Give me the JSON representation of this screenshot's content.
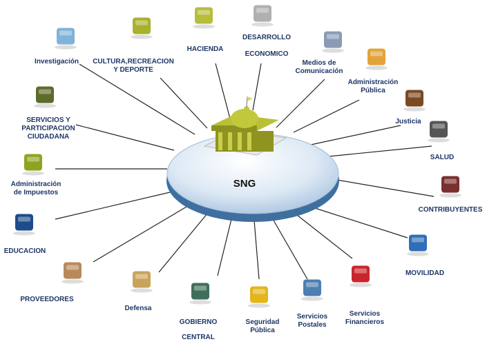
{
  "hub": {
    "label": "SNG",
    "icon": "government-building-icon"
  },
  "nodes": [
    {
      "id": "investigacion",
      "lines": [
        "Investigación"
      ],
      "icon": "flask-magnifier-icon"
    },
    {
      "id": "cultura",
      "lines": [
        "CULTURA,RECREACION",
        "Y DEPORTE"
      ],
      "icon": "factory-icon"
    },
    {
      "id": "hacienda",
      "lines": [
        "HACIENDA"
      ],
      "icon": "columns-building-icon"
    },
    {
      "id": "desarrollo",
      "lines": [
        "DESARROLLO",
        "ECONOMICO"
      ],
      "icon": "coin-stack-icon"
    },
    {
      "id": "medios",
      "lines": [
        "Medios de",
        "Comunicación"
      ],
      "icon": "satellite-icon"
    },
    {
      "id": "admin-publica",
      "lines": [
        "Administración",
        "Pública"
      ],
      "icon": "office-worker-icon"
    },
    {
      "id": "justicia",
      "lines": [
        "Justicia"
      ],
      "icon": "gavel-icon"
    },
    {
      "id": "salud",
      "lines": [
        "SALUD"
      ],
      "icon": "stethoscope-icon"
    },
    {
      "id": "contribuyentes",
      "lines": [
        "CONTRIBUYENTES"
      ],
      "icon": "people-icon"
    },
    {
      "id": "movilidad",
      "lines": [
        "MOVILIDAD"
      ],
      "icon": "bus-icon"
    },
    {
      "id": "financieros",
      "lines": [
        "Servicios",
        "Financieros"
      ],
      "icon": "bank-icon"
    },
    {
      "id": "postales",
      "lines": [
        "Servicios",
        "Postales"
      ],
      "icon": "stamp-icon"
    },
    {
      "id": "seguridad",
      "lines": [
        "Seguridad",
        "Pública"
      ],
      "icon": "police-badge-icon"
    },
    {
      "id": "gobierno",
      "lines": [
        "GOBIERNO",
        "CENTRAL"
      ],
      "icon": "government-office-icon"
    },
    {
      "id": "defensa",
      "lines": [
        "Defensa"
      ],
      "icon": "aircraft-carrier-icon"
    },
    {
      "id": "proveedores",
      "lines": [
        "PROVEEDORES"
      ],
      "icon": "hand-truck-boxes-icon"
    },
    {
      "id": "educacion",
      "lines": [
        "EDUCACION"
      ],
      "icon": "graduation-cap-icon"
    },
    {
      "id": "impuestos",
      "lines": [
        "Administración",
        "de Impuestos"
      ],
      "icon": "currency-symbols-icon"
    },
    {
      "id": "servicios",
      "lines": [
        "SERVICIOS Y",
        "PARTICIPACION",
        "CIUDADANA"
      ],
      "icon": "citizens-group-icon"
    }
  ],
  "colors": {
    "label": "#1d3566",
    "disk_top": "#dbe8f5",
    "disk_edge": "#4f7fae",
    "building": "#a6ad2a",
    "line": "#222222"
  }
}
